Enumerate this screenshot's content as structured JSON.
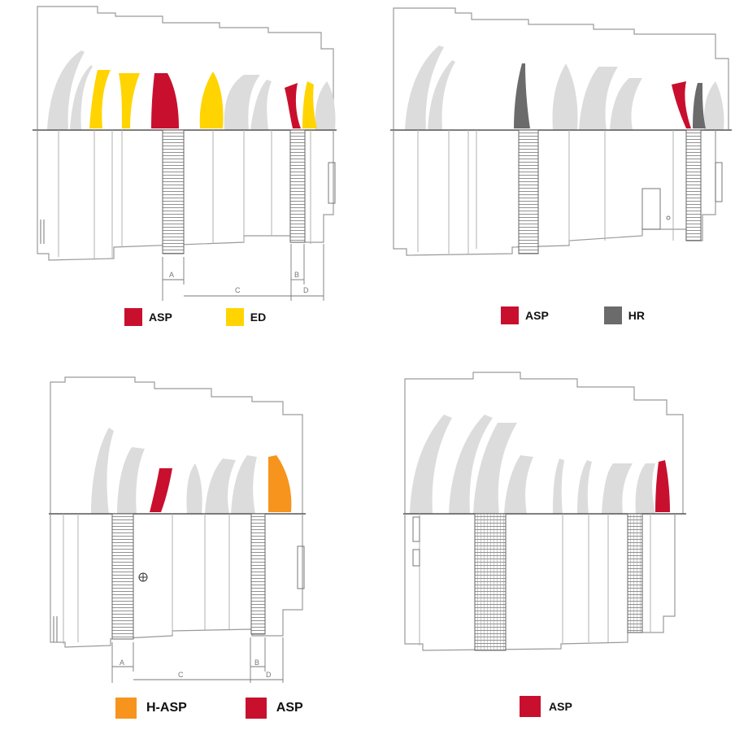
{
  "colors": {
    "asp": "#c8102e",
    "ed": "#ffd400",
    "hr": "#6b6b6b",
    "h_asp": "#f7941d",
    "element": "#dcdcdc",
    "outline": "#9a9a9a"
  },
  "panels": [
    {
      "id": "top-left",
      "legend": [
        {
          "label": "ASP",
          "color_key": "asp"
        },
        {
          "label": "ED",
          "color_key": "ed"
        }
      ],
      "dimensions": [
        "A",
        "B",
        "C",
        "D"
      ]
    },
    {
      "id": "top-right",
      "legend": [
        {
          "label": "ASP",
          "color_key": "asp"
        },
        {
          "label": "HR",
          "color_key": "hr"
        }
      ],
      "dimensions": []
    },
    {
      "id": "bottom-left",
      "legend": [
        {
          "label": "H-ASP",
          "color_key": "h_asp"
        },
        {
          "label": "ASP",
          "color_key": "asp"
        }
      ],
      "dimensions": [
        "A",
        "B",
        "C",
        "D"
      ]
    },
    {
      "id": "bottom-right",
      "legend": [
        {
          "label": "ASP",
          "color_key": "asp"
        }
      ],
      "dimensions": []
    }
  ]
}
